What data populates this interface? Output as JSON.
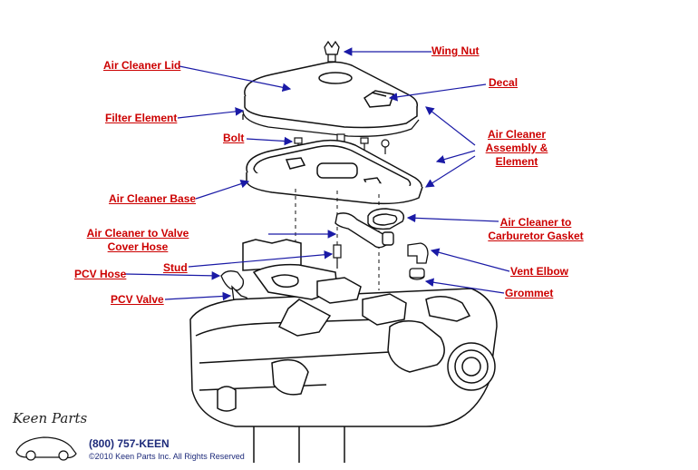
{
  "labels": {
    "wing_nut": "Wing Nut",
    "air_cleaner_lid": "Air Cleaner Lid",
    "decal": "Decal",
    "filter_element": "Filter Element",
    "air_cleaner_assembly": [
      "Air Cleaner",
      "Assembly &",
      "Element"
    ],
    "bolt": "Bolt",
    "air_cleaner_base": "Air Cleaner Base",
    "air_cleaner_to_valve_cover_hose": [
      "Air Cleaner to Valve",
      "Cover Hose"
    ],
    "air_cleaner_to_carb_gasket": [
      "Air Cleaner to",
      "Carburetor Gasket"
    ],
    "stud": "Stud",
    "pcv_hose": "PCV Hose",
    "vent_elbow": "Vent Elbow",
    "pcv_valve": "PCV Valve",
    "grommet": "Grommet"
  },
  "footer": {
    "logo_text": "Keen Parts",
    "phone": "(800) 757-KEEN",
    "copyright": "©2010 Keen Parts Inc. All Rights Reserved"
  },
  "colors": {
    "label": "#cc0000",
    "leader": "#1a1aa6",
    "line_art": "#111111"
  }
}
